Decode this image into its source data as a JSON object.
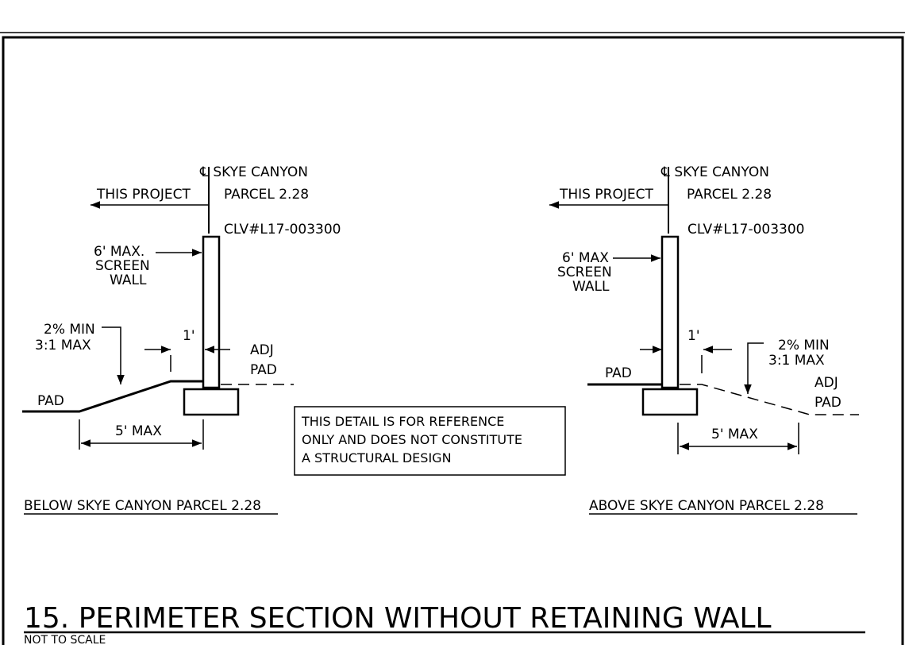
{
  "left_detail": {
    "pl_label": "℄ SKYE CANYON",
    "parcel_label": "PARCEL 2.28",
    "this_project_label": "THIS PROJECT",
    "clv_label": "CLV#L17-003300",
    "wall_label_line1": "6' MAX.",
    "wall_label_line2": "SCREEN",
    "wall_label_line3": "WALL",
    "slope_line1": "2% MIN",
    "slope_line2": "3:1 MAX",
    "offset_label": "1'",
    "adj_label": "ADJ",
    "adj_pad_label": "PAD",
    "pad_label": "PAD",
    "width_label": "5' MAX",
    "caption": "BELOW SKYE CANYON PARCEL 2.28"
  },
  "right_detail": {
    "pl_label": "℄ SKYE CANYON",
    "parcel_label": "PARCEL 2.28",
    "this_project_label": "THIS PROJECT",
    "clv_label": "CLV#L17-003300",
    "wall_label_line1": "6' MAX",
    "wall_label_line2": "SCREEN",
    "wall_label_line3": "WALL",
    "slope_line1": "2% MIN",
    "slope_line2": "3:1 MAX",
    "offset_label": "1'",
    "adj_label": "ADJ",
    "adj_pad_label": "PAD",
    "pad_label": "PAD",
    "width_label": "5' MAX",
    "caption": "ABOVE SKYE CANYON PARCEL 2.28"
  },
  "note": {
    "line1": "THIS DETAIL IS FOR REFERENCE",
    "line2": "ONLY AND DOES NOT CONSTITUTE",
    "line3": "A STRUCTURAL DESIGN"
  },
  "title": "15. PERIMETER SECTION WITHOUT RETAINING WALL",
  "subtitle": "NOT TO SCALE"
}
